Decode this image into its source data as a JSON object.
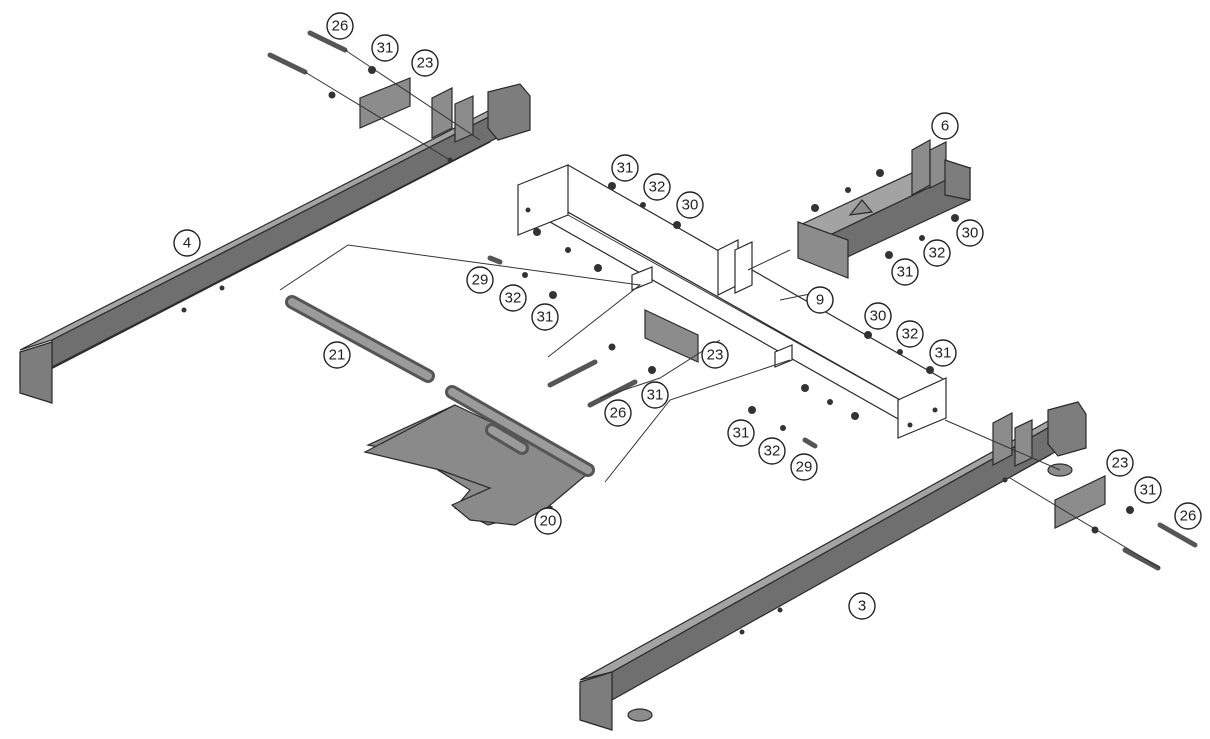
{
  "labels": [
    {
      "id": "26a",
      "text": "26"
    },
    {
      "id": "31a",
      "text": "31"
    },
    {
      "id": "23a",
      "text": "23"
    },
    {
      "id": "4",
      "text": "4"
    },
    {
      "id": "6",
      "text": "6"
    },
    {
      "id": "31b",
      "text": "31"
    },
    {
      "id": "32a",
      "text": "32"
    },
    {
      "id": "30a",
      "text": "30"
    },
    {
      "id": "30b",
      "text": "30"
    },
    {
      "id": "32b",
      "text": "32"
    },
    {
      "id": "31c",
      "text": "31"
    },
    {
      "id": "29a",
      "text": "29"
    },
    {
      "id": "32c",
      "text": "32"
    },
    {
      "id": "31d",
      "text": "31"
    },
    {
      "id": "9",
      "text": "9"
    },
    {
      "id": "30c",
      "text": "30"
    },
    {
      "id": "32d",
      "text": "32"
    },
    {
      "id": "31e",
      "text": "31"
    },
    {
      "id": "21",
      "text": "21"
    },
    {
      "id": "23b",
      "text": "23"
    },
    {
      "id": "31f",
      "text": "31"
    },
    {
      "id": "26b",
      "text": "26"
    },
    {
      "id": "31g",
      "text": "31"
    },
    {
      "id": "32e",
      "text": "32"
    },
    {
      "id": "29b",
      "text": "29"
    },
    {
      "id": "23c",
      "text": "23"
    },
    {
      "id": "31h",
      "text": "31"
    },
    {
      "id": "26c",
      "text": "26"
    },
    {
      "id": "20",
      "text": "20"
    },
    {
      "id": "3",
      "text": "3"
    }
  ]
}
